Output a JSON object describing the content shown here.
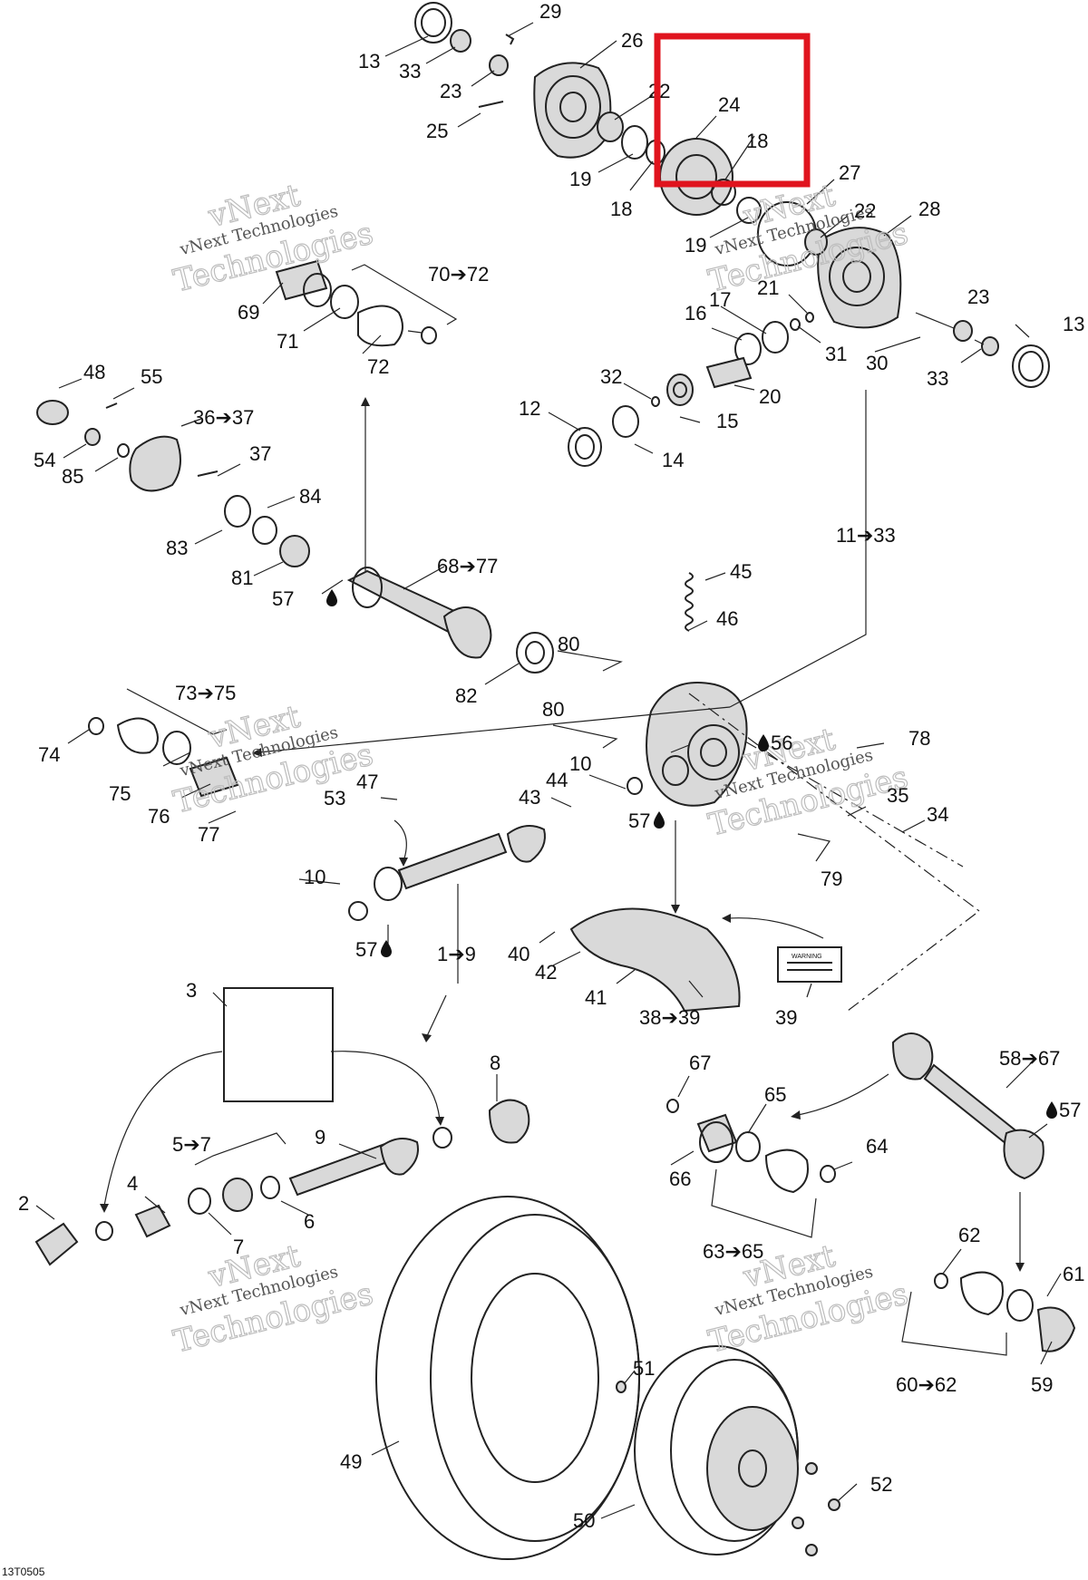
{
  "callouts": {
    "c29": "29",
    "c13a": "13",
    "c33a": "33",
    "c26": "26",
    "c23a": "23",
    "c22a": "22",
    "c25": "25",
    "c24": "24",
    "c18a": "18",
    "c19a": "19",
    "c18b": "18",
    "c27": "27",
    "c22b": "22",
    "c28": "28",
    "c19b": "19",
    "c70_72": "70➔72",
    "c69": "69",
    "c71": "71",
    "c72": "72",
    "c21": "21",
    "c23b": "23",
    "c13b": "13",
    "c17": "17",
    "c16": "16",
    "c31": "31",
    "c30": "30",
    "c33b": "33",
    "c48": "48",
    "c55": "55",
    "c36_37": "36➔37",
    "c32": "32",
    "c20": "20",
    "c12": "12",
    "c15": "15",
    "c14": "14",
    "c54": "54",
    "c85": "85",
    "c37": "37",
    "c84": "84",
    "c83": "83",
    "c11_33": "11➔33",
    "c81": "81",
    "c68_77": "68➔77",
    "c57a": "57",
    "c45": "45",
    "c46": "46",
    "c80a": "80",
    "c82": "82",
    "c73_75": "73➔75",
    "c80b": "80",
    "c78": "78",
    "c74": "74",
    "c56": "56",
    "c10a": "10",
    "c47": "47",
    "c44": "44",
    "c43": "43",
    "c75": "75",
    "c53": "53",
    "c35": "35",
    "c76": "76",
    "c57b": "57",
    "c34": "34",
    "c77": "77",
    "c79": "79",
    "c10b": "10",
    "c57c": "57",
    "c1_9": "1➔9",
    "c40": "40",
    "c42": "42",
    "c41": "41",
    "c38_39": "38➔39",
    "c39": "39",
    "c3": "3",
    "c8": "8",
    "c67": "67",
    "c58_67": "58➔67",
    "c65": "65",
    "c57d": "57",
    "c5_7": "5➔7",
    "c9": "9",
    "c64": "64",
    "c4": "4",
    "c66": "66",
    "c2": "2",
    "c6": "6",
    "c7": "7",
    "c63_65": "63➔65",
    "c62": "62",
    "c61": "61",
    "c60_62": "60➔62",
    "c59": "59",
    "c51": "51",
    "c49": "49",
    "c52": "52",
    "c50": "50"
  },
  "watermark": {
    "line1": "vNext",
    "line2": "vNext Technologies",
    "line3": "Technologies"
  },
  "warning_label": "WARNING",
  "doc_ref": "13T0505",
  "highlight_color": "#e0141e"
}
